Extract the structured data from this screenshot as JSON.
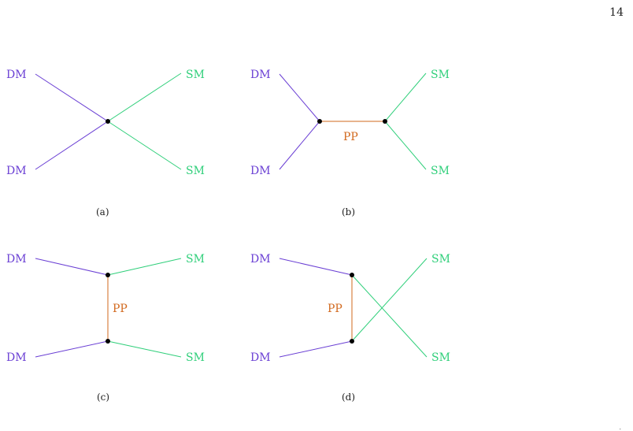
{
  "page_number": "14",
  "trailing_mark": ".",
  "colors": {
    "dm": "#6a3fd4",
    "sm": "#2fcf7a",
    "pp": "#d2691e",
    "vertex": "#000000"
  },
  "labels": {
    "dm": "DM",
    "sm": "SM",
    "pp": "PP"
  },
  "captions": {
    "a": "(a)",
    "b": "(b)",
    "c": "(c)",
    "d": "(d)"
  }
}
